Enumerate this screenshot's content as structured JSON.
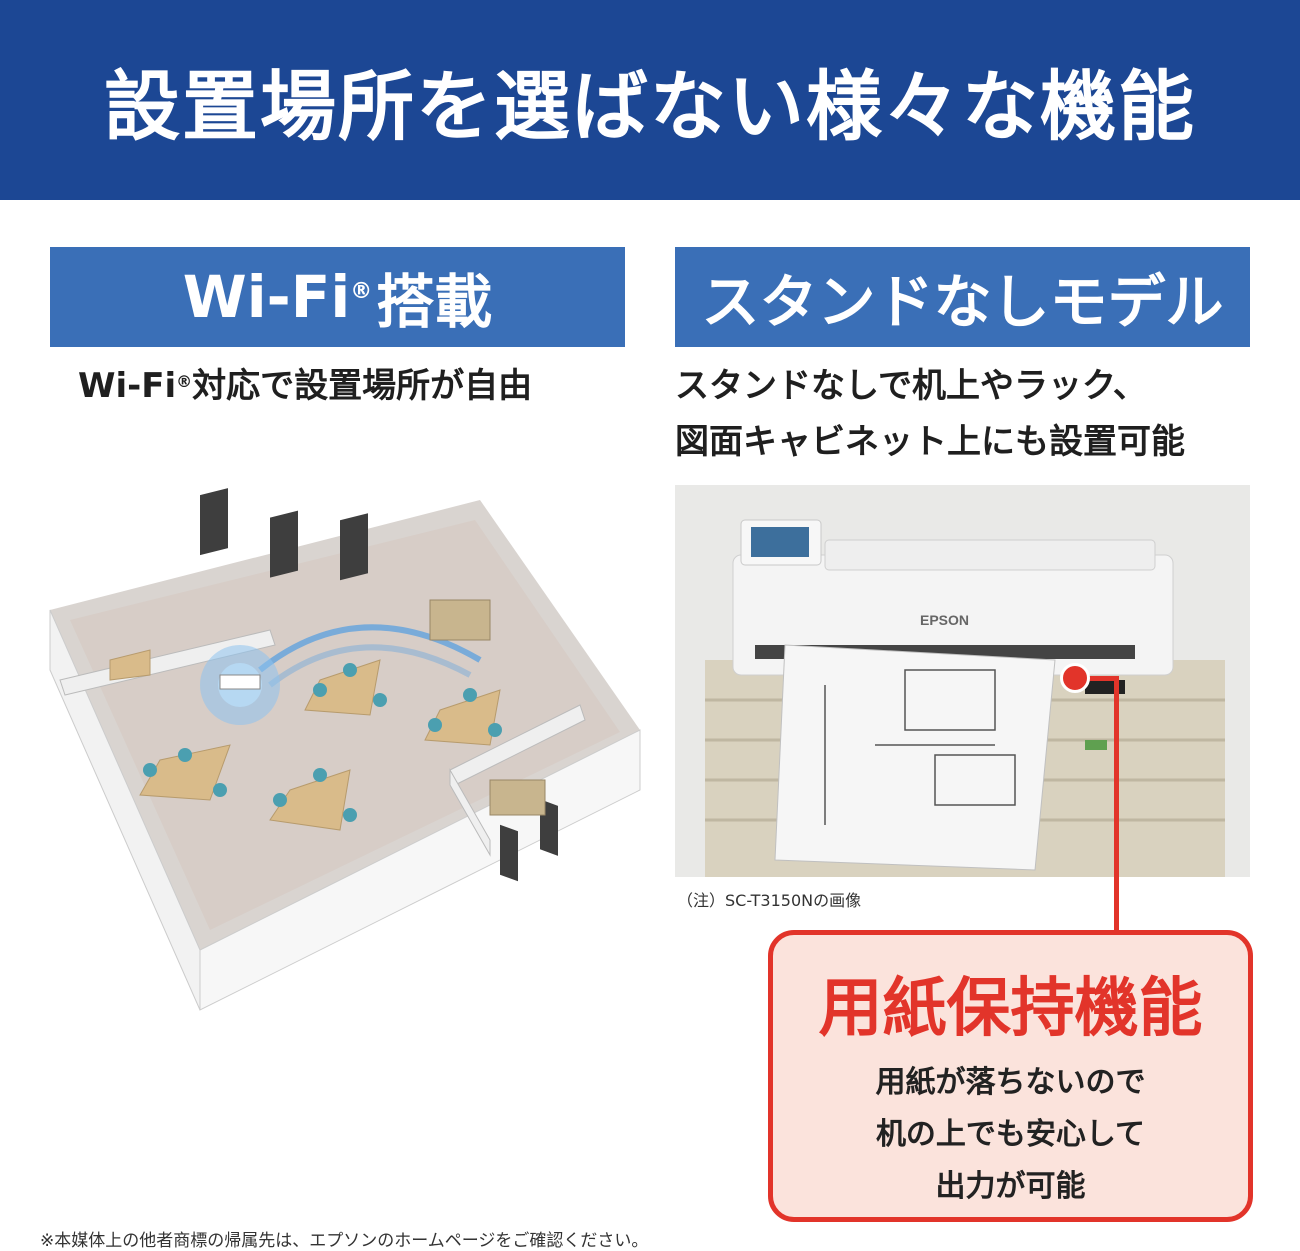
{
  "header": {
    "title": "設置場所を選ばない様々な機能"
  },
  "features": {
    "wifi": {
      "bar_text": "Wi-Fi",
      "bar_reg": "®",
      "bar_suffix": "搭載",
      "desc_prefix": "Wi-Fi",
      "desc_reg": "®",
      "desc_suffix": "対応で設置場所が自由"
    },
    "stand": {
      "bar_text": "スタンドなしモデル",
      "desc_line1": "スタンドなしで机上やラック、",
      "desc_line2": "図面キャビネット上にも設置可能"
    }
  },
  "printer_photo": {
    "brand": "EPSON",
    "caption": "（注）SC-T3150Nの画像"
  },
  "callout": {
    "title": "用紙保持機能",
    "line1": "用紙が落ちないので",
    "line2": "机の上でも安心して",
    "line3": "出力が可能"
  },
  "footnote": "※本媒体上の他者商標の帰属先は、エプソンのホームページをご確認ください。",
  "colors": {
    "header_bg": "#1c4794",
    "feature_bar_bg": "#3a6fb7",
    "callout_accent": "#e2342a",
    "callout_bg": "#fbe3dc"
  }
}
